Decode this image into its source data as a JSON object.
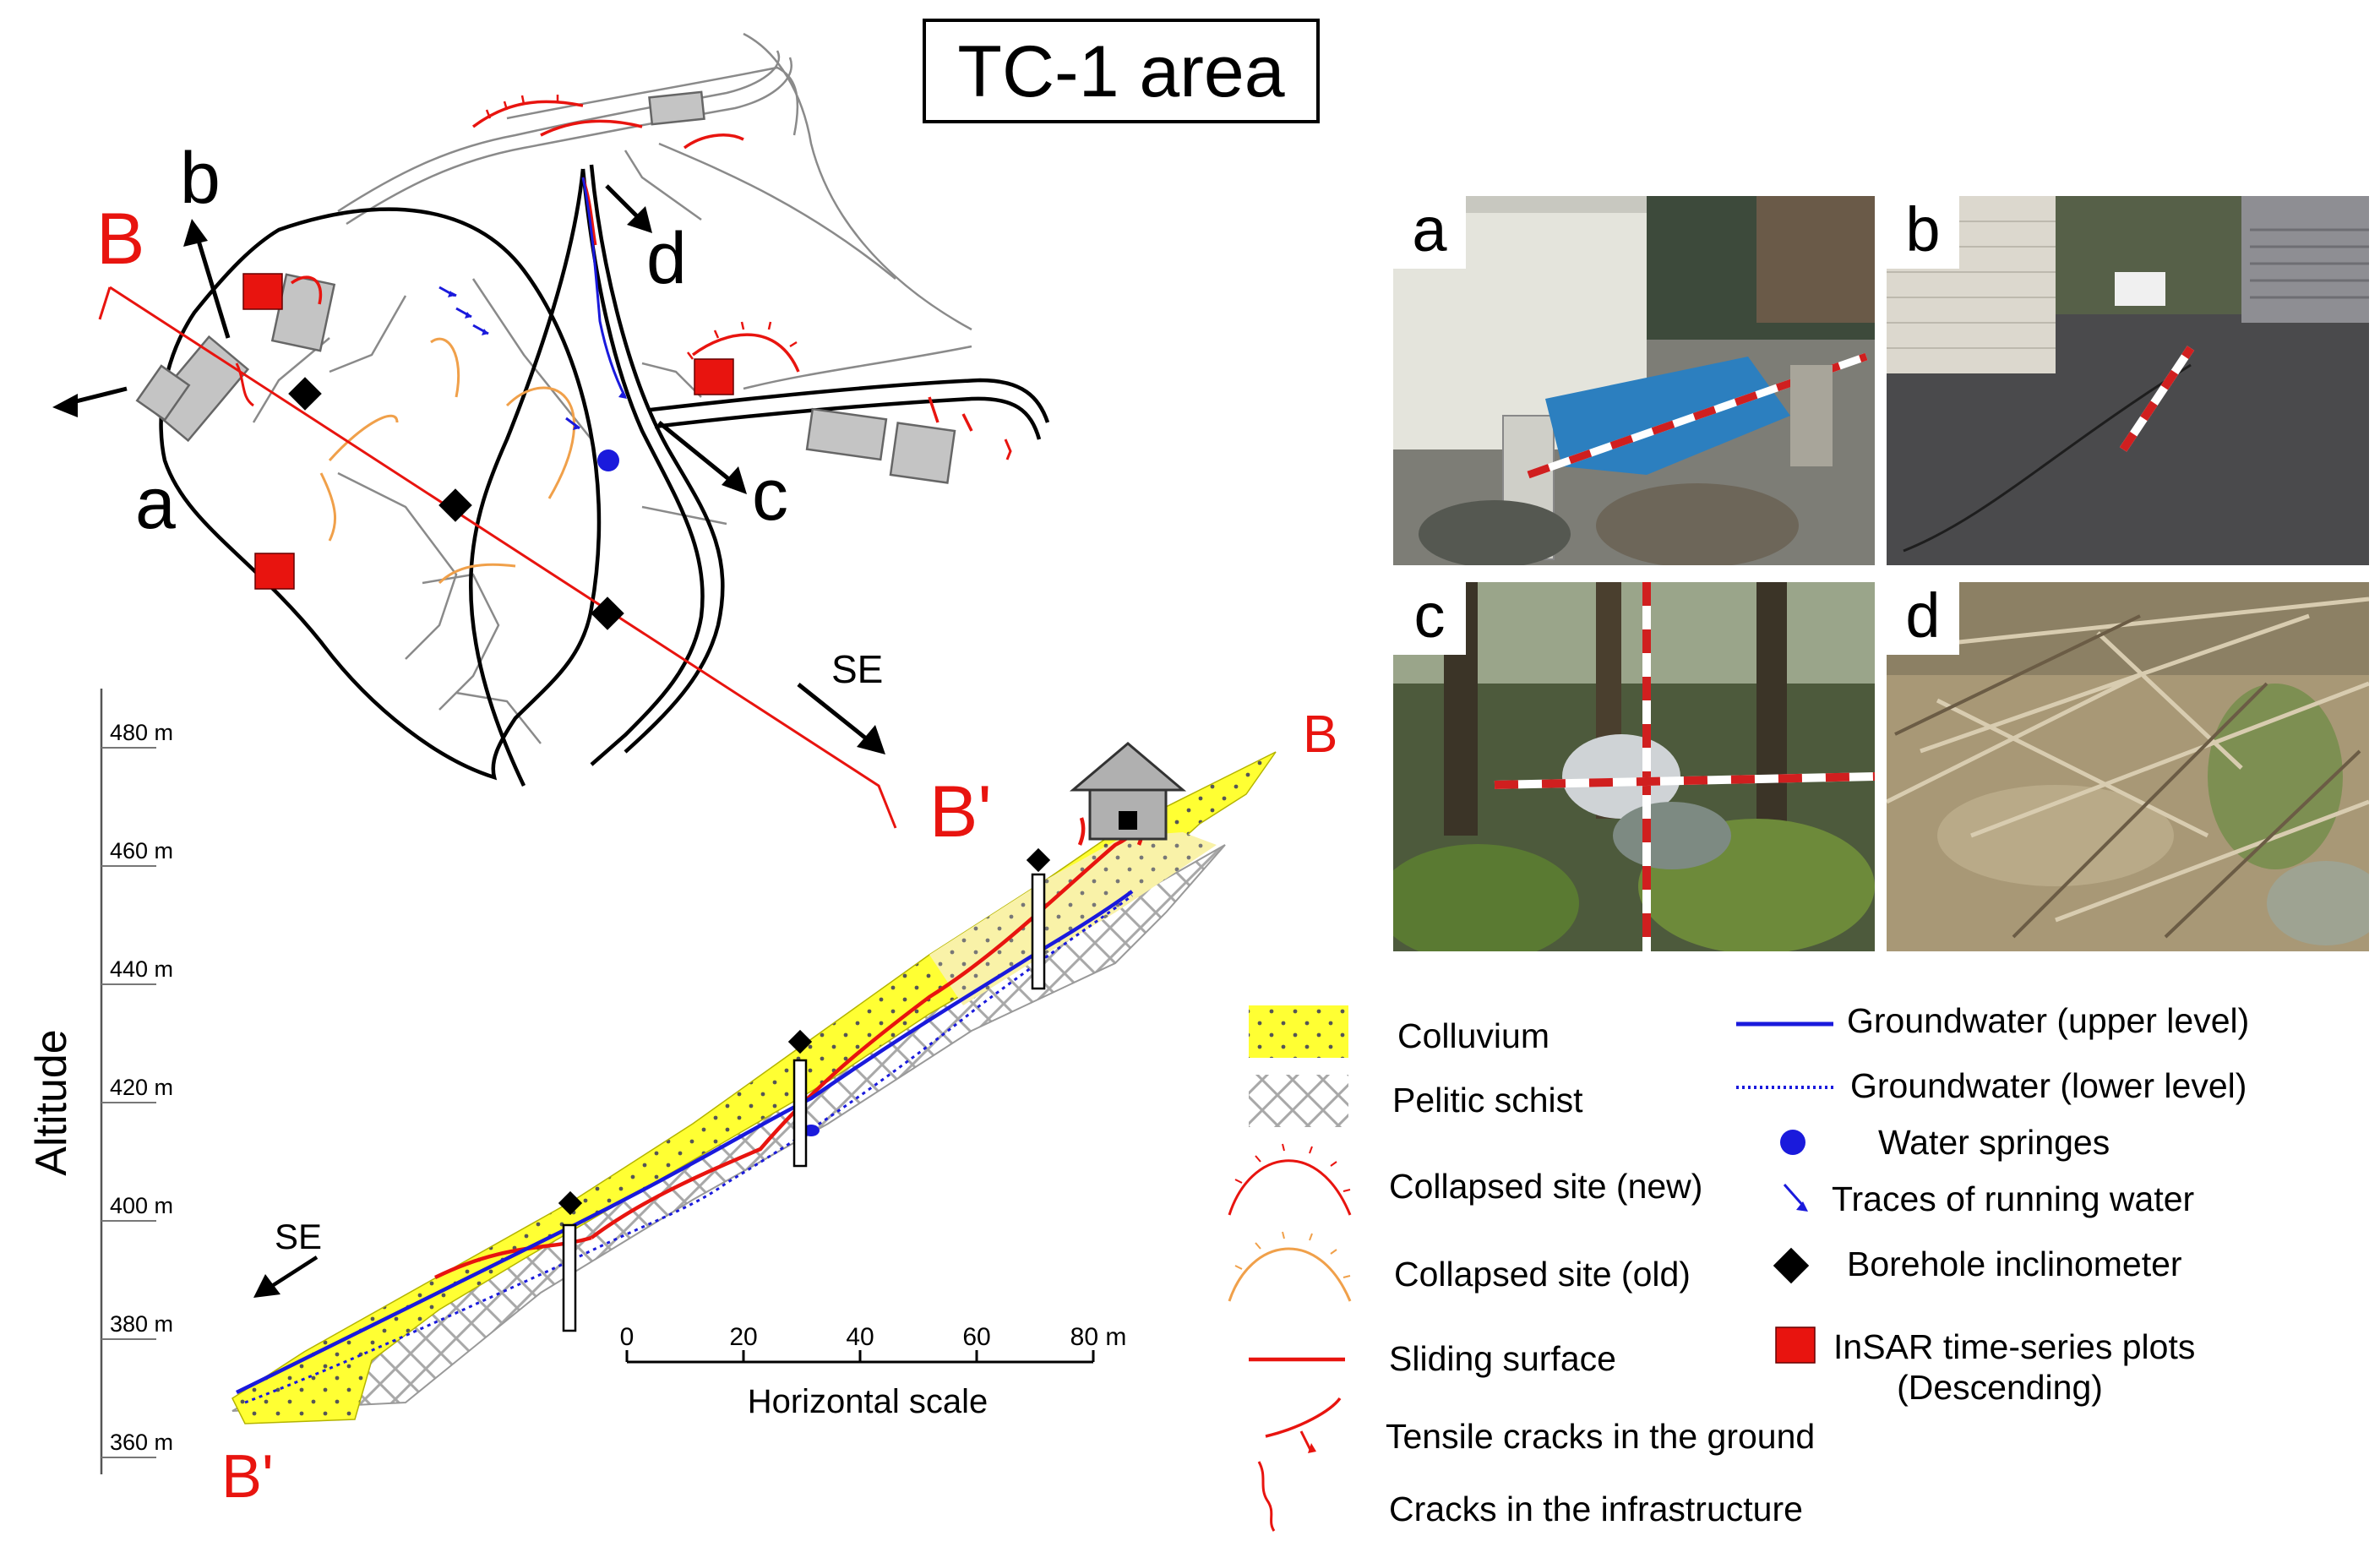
{
  "title": "TC-1 area",
  "map": {
    "section_start": "B",
    "section_end": "B'",
    "direction_label": "SE",
    "photo_markers": [
      "a",
      "b",
      "c",
      "d"
    ]
  },
  "cross_section": {
    "section_start": "B",
    "section_end": "B'",
    "direction_label": "SE",
    "axis_label": "Altitude",
    "altitude_ticks": [
      "480 m",
      "460 m",
      "440 m",
      "420 m",
      "400 m",
      "380 m",
      "360 m"
    ],
    "scale_ticks": [
      "0",
      "20",
      "40",
      "60",
      "80 m"
    ],
    "scale_label": "Horizontal scale"
  },
  "photos": [
    {
      "label": "a"
    },
    {
      "label": "b"
    },
    {
      "label": "c"
    },
    {
      "label": "d"
    }
  ],
  "legend": {
    "left": [
      {
        "name": "colluvium",
        "label": "Colluvium"
      },
      {
        "name": "pelitic-schist",
        "label": "Pelitic schist"
      },
      {
        "name": "collapsed-new",
        "label": "Collapsed site (new)"
      },
      {
        "name": "collapsed-old",
        "label": "Collapsed site (old)"
      },
      {
        "name": "sliding-surface",
        "label": "Sliding surface"
      },
      {
        "name": "tensile-cracks",
        "label": "Tensile cracks in the ground"
      },
      {
        "name": "infrastructure-cracks",
        "label": "Cracks in the infrastructure"
      }
    ],
    "right": [
      {
        "name": "gw-upper",
        "label": "Groundwater (upper level)"
      },
      {
        "name": "gw-lower",
        "label": "Groundwater (lower level)"
      },
      {
        "name": "water-springs",
        "label": "Water springes"
      },
      {
        "name": "running-water",
        "label": "Traces of running water"
      },
      {
        "name": "borehole",
        "label": "Borehole inclinometer"
      },
      {
        "name": "insar",
        "label": "InSAR time-series plots"
      }
    ],
    "insar_sub": "(Descending)"
  },
  "colors": {
    "red": "#e8140f",
    "blue": "#1a1adc",
    "orange": "#f0a04a",
    "yellow": "#ffff33",
    "gray": "#c4c4c4"
  }
}
